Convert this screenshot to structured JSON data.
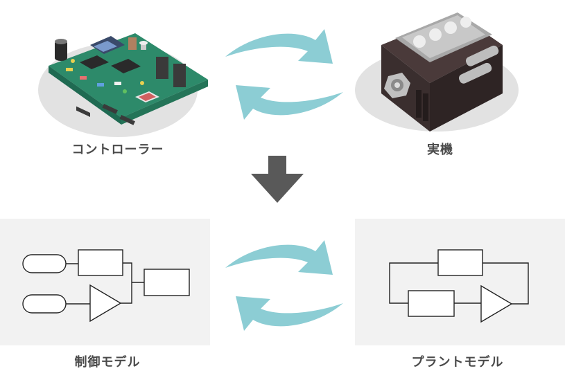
{
  "labels": {
    "controller": "コントローラー",
    "real_machine": "実機",
    "control_model": "制御モデル",
    "plant_model": "プラントモデル"
  },
  "colors": {
    "arrow_teal": "#8ccdd4",
    "down_arrow": "#595959",
    "panel_bg": "#f2f2f2",
    "label_text": "#4a4a4a",
    "pcb_green": "#2d8a6a",
    "engine_dark": "#3a2e2e"
  },
  "icons": {
    "top_left": "circuit-board-icon",
    "top_right": "engine-icon",
    "middle": "down-arrow-icon",
    "exchange": "exchange-arrows-icon"
  }
}
